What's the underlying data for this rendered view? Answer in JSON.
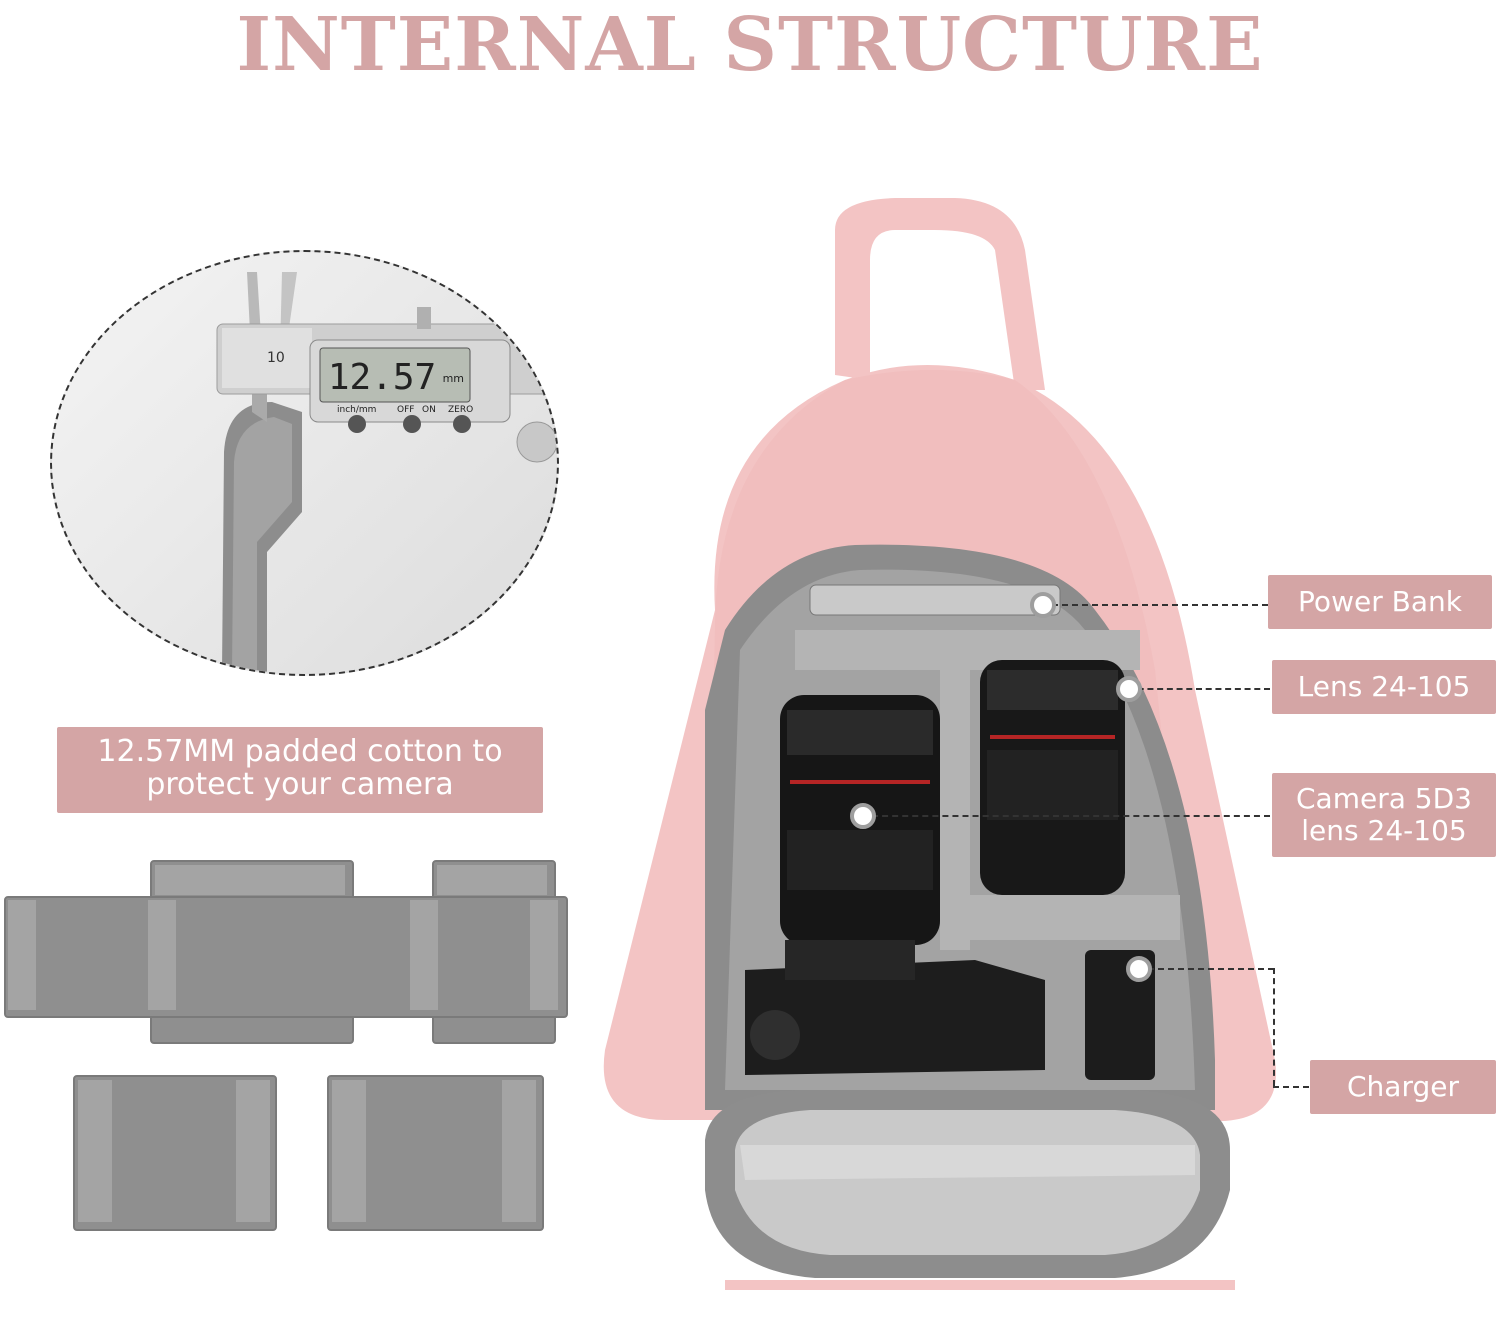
{
  "title": "INTERNAL STRUCTURE",
  "caliper": {
    "reading": "12.57",
    "unit": "mm",
    "scale_number": "10",
    "button_labels": [
      "inch/mm",
      "OFF",
      "ON",
      "ZERO"
    ]
  },
  "padding_note": {
    "line1": "12.57MM padded cotton to",
    "line2": "protect your camera"
  },
  "labels": {
    "power_bank": "Power Bank",
    "lens": "Lens 24-105",
    "camera_line1": "Camera 5D3",
    "camera_line2": "lens 24-105",
    "charger": "Charger"
  },
  "colors": {
    "accent": "#d4a5a5",
    "bag_pink": "#f3c4c4",
    "liner_gray": "#9a9a9a",
    "pad_gray": "#8f8f8f"
  },
  "icons": [
    "caliper-image",
    "camera-bag-image",
    "divider-pad-image"
  ]
}
